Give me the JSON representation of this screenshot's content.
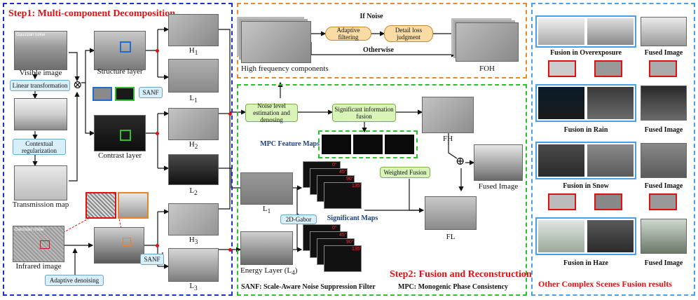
{
  "step1": {
    "title": "Step1: Multi-component Decomposition"
  },
  "step2": {
    "title": "Step2: Fusion and Reconstruction"
  },
  "right": {
    "title": "Other Complex Scenes Fusion results"
  },
  "left": {
    "visible_image": "Visible image",
    "gaussian_noise_1": "Gaussian noise",
    "gaussian_noise_2": "Gaussian noise",
    "linear_transformation": "Linear transformation",
    "contextual_regularization": "Contextual regularization",
    "transmission_map": "Transmission map",
    "infrared_image": "Infrared image",
    "adaptive_denoising": "Adaptive denoising",
    "structure_layer": "Structure layer",
    "contrast_layer": "Contrast layer",
    "sanf_1": "SANF",
    "sanf_2": "SANF",
    "h1": "H",
    "h1_sub": "1",
    "l1": "L",
    "l1_sub": "1",
    "h2": "H",
    "h2_sub": "2",
    "l2": "L",
    "l2_sub": "2",
    "h3": "H",
    "h3_sub": "3",
    "l3": "L",
    "l3_sub": "3",
    "multiply_symbol": "⊗"
  },
  "top": {
    "if_noise": "If Noise",
    "adaptive_filtering": "Adaptive filtering",
    "detail_loss": "Detail loss judgment",
    "otherwise": "Otherwise",
    "high_freq": "High frequency components",
    "foh": "FOH"
  },
  "middle": {
    "noise_level": "Noise level estimation and denosing",
    "significant_info": "Significant information fusion",
    "fh": "FH",
    "mpc_feature_maps": "MPC Feature Maps",
    "weighted_fusion": "Weighted Fusion",
    "fused_image": "Fused Image",
    "l1_label": "L",
    "l1_label_sub": "1",
    "gabor": "2D-Gabor",
    "significant_maps": "Significant Maps",
    "energy_layer": "Energy Layer (L",
    "energy_layer_sub": "4",
    "energy_layer_end": ")",
    "fl": "FL",
    "angles_top": [
      "0°",
      "45°",
      "90°",
      "135°"
    ],
    "angles_bottom": [
      "0°",
      "45°",
      "90°",
      "135°"
    ],
    "plus_symbol": "⊕"
  },
  "footer": {
    "sanf_def": "SANF: Scale-Aware Noise Suppression Filter",
    "mpc_def": "MPC: Monogenic Phase Consistency"
  },
  "scenes": [
    {
      "caption": "Fusion in Overexposure",
      "fused": "Fused Image"
    },
    {
      "caption": "Fusion in Rain",
      "fused": "Fused Image"
    },
    {
      "caption": "Fusion in Snow",
      "fused": "Fused Image"
    },
    {
      "caption": "Fusion in Haze",
      "fused": "Fused Image"
    }
  ],
  "colors": {
    "step1_border": "#1a2fd0",
    "top_border": "#e88a2a",
    "step2_border": "#2ec02e",
    "right_border": "#4aa0e8",
    "title_red": "#e01010"
  }
}
